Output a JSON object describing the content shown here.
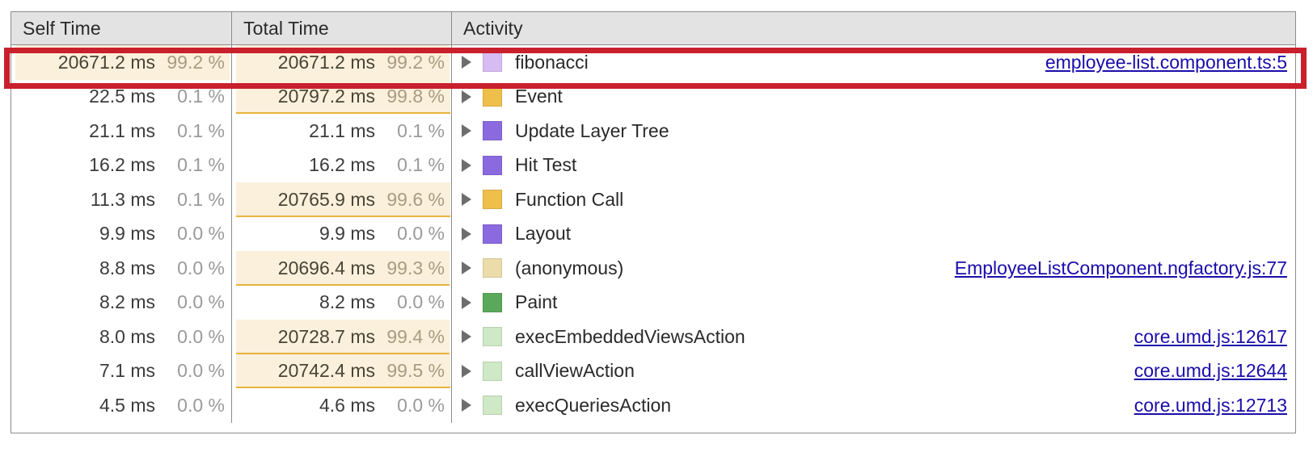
{
  "panel": {
    "name": "performance-bottom-up-tree",
    "columns": [
      {
        "key": "self_time",
        "label": "Self Time"
      },
      {
        "key": "total_time",
        "label": "Total Time"
      },
      {
        "key": "activity",
        "label": "Activity"
      }
    ],
    "colors": {
      "header_bg": "#e3e3e3",
      "grid_border": "#8c8c8c",
      "bar_fill": "#faf0db",
      "bar_underline": "#e8b33c",
      "link": "#1a0dab",
      "highlight_box": "#c8202c",
      "text": "#2a2a2a",
      "muted_text": "#9a9a9a"
    },
    "highlight": {
      "name": "red-annotation-box",
      "target_row_index": 0,
      "target_row_activity": "fibonacci"
    }
  },
  "rows": [
    {
      "self_ms": "20671.2 ms",
      "self_pct": "99.2 %",
      "self_bar": true,
      "self_bar_pct": 99.2,
      "total_ms": "20671.2 ms",
      "total_pct": "99.2 %",
      "total_bar": true,
      "total_bar_pct": 99.2,
      "activity": "fibonacci",
      "swatch": "#d6bcf2",
      "swatch_name": "swatch-scripting-light",
      "source": "employee-list.component.ts:5",
      "highlighted": true
    },
    {
      "self_ms": "22.5 ms",
      "self_pct": "0.1 %",
      "self_bar": false,
      "self_bar_pct": 0.1,
      "total_ms": "20797.2 ms",
      "total_pct": "99.8 %",
      "total_bar": true,
      "total_bar_pct": 99.8,
      "activity": "Event",
      "swatch": "#efbf4b",
      "swatch_name": "swatch-scripting",
      "source": "",
      "highlighted": false
    },
    {
      "self_ms": "21.1 ms",
      "self_pct": "0.1 %",
      "self_bar": false,
      "self_bar_pct": 0.1,
      "total_ms": "21.1 ms",
      "total_pct": "0.1 %",
      "total_bar": false,
      "total_bar_pct": 0.1,
      "activity": "Update Layer Tree",
      "swatch": "#8b6ae0",
      "swatch_name": "swatch-rendering",
      "source": "",
      "highlighted": false
    },
    {
      "self_ms": "16.2 ms",
      "self_pct": "0.1 %",
      "self_bar": false,
      "self_bar_pct": 0.1,
      "total_ms": "16.2 ms",
      "total_pct": "0.1 %",
      "total_bar": false,
      "total_bar_pct": 0.1,
      "activity": "Hit Test",
      "swatch": "#8b6ae0",
      "swatch_name": "swatch-rendering",
      "source": "",
      "highlighted": false
    },
    {
      "self_ms": "11.3 ms",
      "self_pct": "0.1 %",
      "self_bar": false,
      "self_bar_pct": 0.1,
      "total_ms": "20765.9 ms",
      "total_pct": "99.6 %",
      "total_bar": true,
      "total_bar_pct": 99.6,
      "activity": "Function Call",
      "swatch": "#efbf4b",
      "swatch_name": "swatch-scripting",
      "source": "",
      "highlighted": false
    },
    {
      "self_ms": "9.9 ms",
      "self_pct": "0.0 %",
      "self_bar": false,
      "self_bar_pct": 0.0,
      "total_ms": "9.9 ms",
      "total_pct": "0.0 %",
      "total_bar": false,
      "total_bar_pct": 0.0,
      "activity": "Layout",
      "swatch": "#8b6ae0",
      "swatch_name": "swatch-rendering",
      "source": "",
      "highlighted": false
    },
    {
      "self_ms": "8.8 ms",
      "self_pct": "0.0 %",
      "self_bar": false,
      "self_bar_pct": 0.0,
      "total_ms": "20696.4 ms",
      "total_pct": "99.3 %",
      "total_bar": true,
      "total_bar_pct": 99.3,
      "activity": "(anonymous)",
      "swatch": "#ecdcaa",
      "swatch_name": "swatch-scripting-pale",
      "source": "EmployeeListComponent.ngfactory.js:77",
      "highlighted": false
    },
    {
      "self_ms": "8.2 ms",
      "self_pct": "0.0 %",
      "self_bar": false,
      "self_bar_pct": 0.0,
      "total_ms": "8.2 ms",
      "total_pct": "0.0 %",
      "total_bar": false,
      "total_bar_pct": 0.0,
      "activity": "Paint",
      "swatch": "#5aa85a",
      "swatch_name": "swatch-painting",
      "source": "",
      "highlighted": false
    },
    {
      "self_ms": "8.0 ms",
      "self_pct": "0.0 %",
      "self_bar": false,
      "self_bar_pct": 0.0,
      "total_ms": "20728.7 ms",
      "total_pct": "99.4 %",
      "total_bar": true,
      "total_bar_pct": 99.4,
      "activity": "execEmbeddedViewsAction",
      "swatch": "#cfe8c5",
      "swatch_name": "swatch-painting-pale",
      "source": "core.umd.js:12617",
      "highlighted": false
    },
    {
      "self_ms": "7.1 ms",
      "self_pct": "0.0 %",
      "self_bar": false,
      "self_bar_pct": 0.0,
      "total_ms": "20742.4 ms",
      "total_pct": "99.5 %",
      "total_bar": true,
      "total_bar_pct": 99.5,
      "activity": "callViewAction",
      "swatch": "#cfe8c5",
      "swatch_name": "swatch-painting-pale",
      "source": "core.umd.js:12644",
      "highlighted": false
    },
    {
      "self_ms": "4.5 ms",
      "self_pct": "0.0 %",
      "self_bar": false,
      "self_bar_pct": 0.0,
      "total_ms": "4.6 ms",
      "total_pct": "0.0 %",
      "total_bar": false,
      "total_bar_pct": 0.0,
      "activity": "execQueriesAction",
      "swatch": "#cfe8c5",
      "swatch_name": "swatch-painting-pale",
      "source": "core.umd.js:12713",
      "highlighted": false
    }
  ]
}
